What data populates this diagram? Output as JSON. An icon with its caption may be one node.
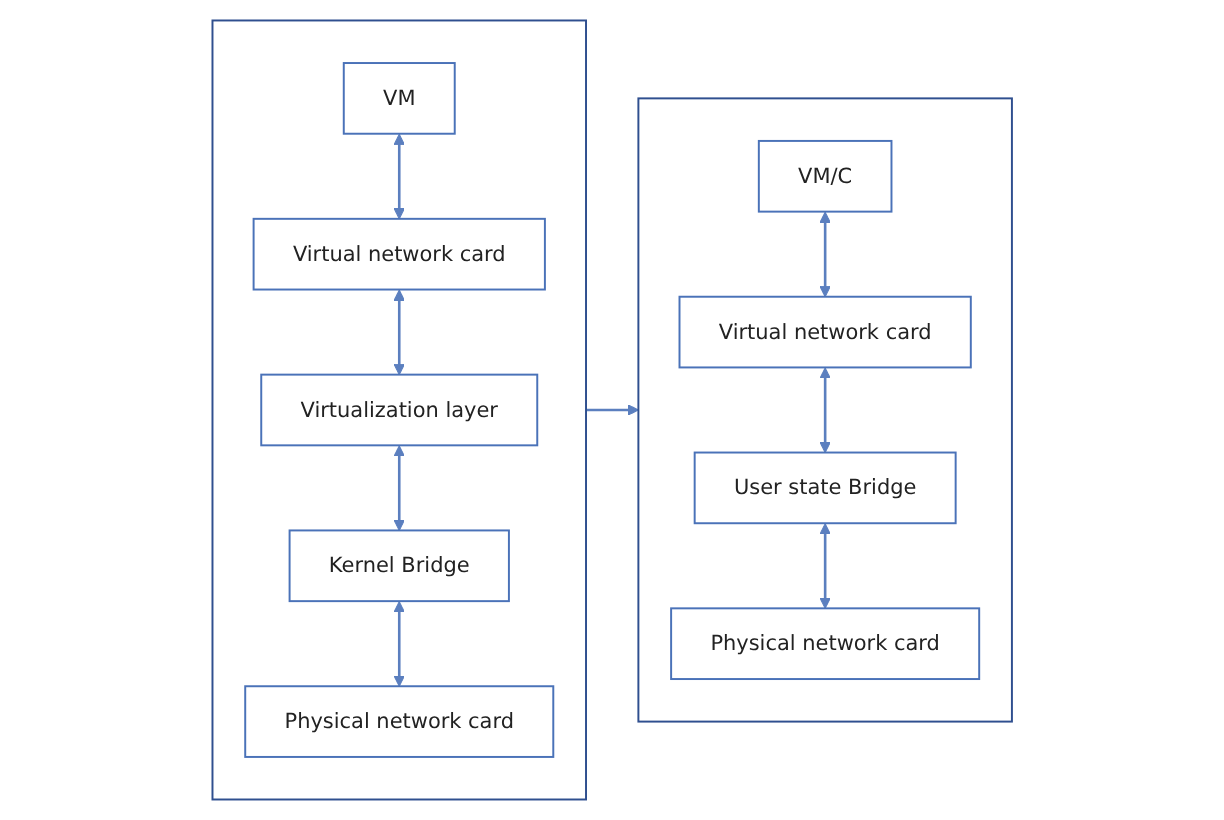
{
  "diagram": {
    "nodes": [
      {
        "text": [],
        "shape": "box"
      },
      {
        "text": [
          "VM"
        ],
        "in": 0
      },
      {
        "text": [
          "Virtual network card"
        ],
        "in": 0
      },
      {
        "text": [
          "Virtualization layer"
        ],
        "in": 0
      },
      {
        "text": [
          "Kernel Bridge"
        ],
        "in": 0
      },
      {
        "text": [
          "Physical network card"
        ],
        "in": 0
      },
      {
        "text": [],
        "shape": "box"
      },
      {
        "text": [
          "VM/C"
        ],
        "in": 6
      },
      {
        "text": [
          "Virtual network card"
        ],
        "in": 6
      },
      {
        "text": [
          "User state Bridge"
        ],
        "in": 6
      },
      {
        "text": [
          "Physical network card"
        ],
        "in": 6
      }
    ],
    "edges": [
      {
        "from": 1,
        "to": 2,
        "arrow": "both"
      },
      {
        "from": 2,
        "to": 3,
        "arrow": "both"
      },
      {
        "from": 3,
        "to": 4,
        "arrow": "both"
      },
      {
        "from": 4,
        "to": 5,
        "arrow": "both"
      },
      {
        "from": 0,
        "to": 6,
        "arrow": "to"
      },
      {
        "from": 7,
        "to": 8,
        "arrow": "both"
      },
      {
        "from": 8,
        "to": 9,
        "arrow": "both"
      },
      {
        "from": 9,
        "to": 10,
        "arrow": "both"
      }
    ]
  }
}
